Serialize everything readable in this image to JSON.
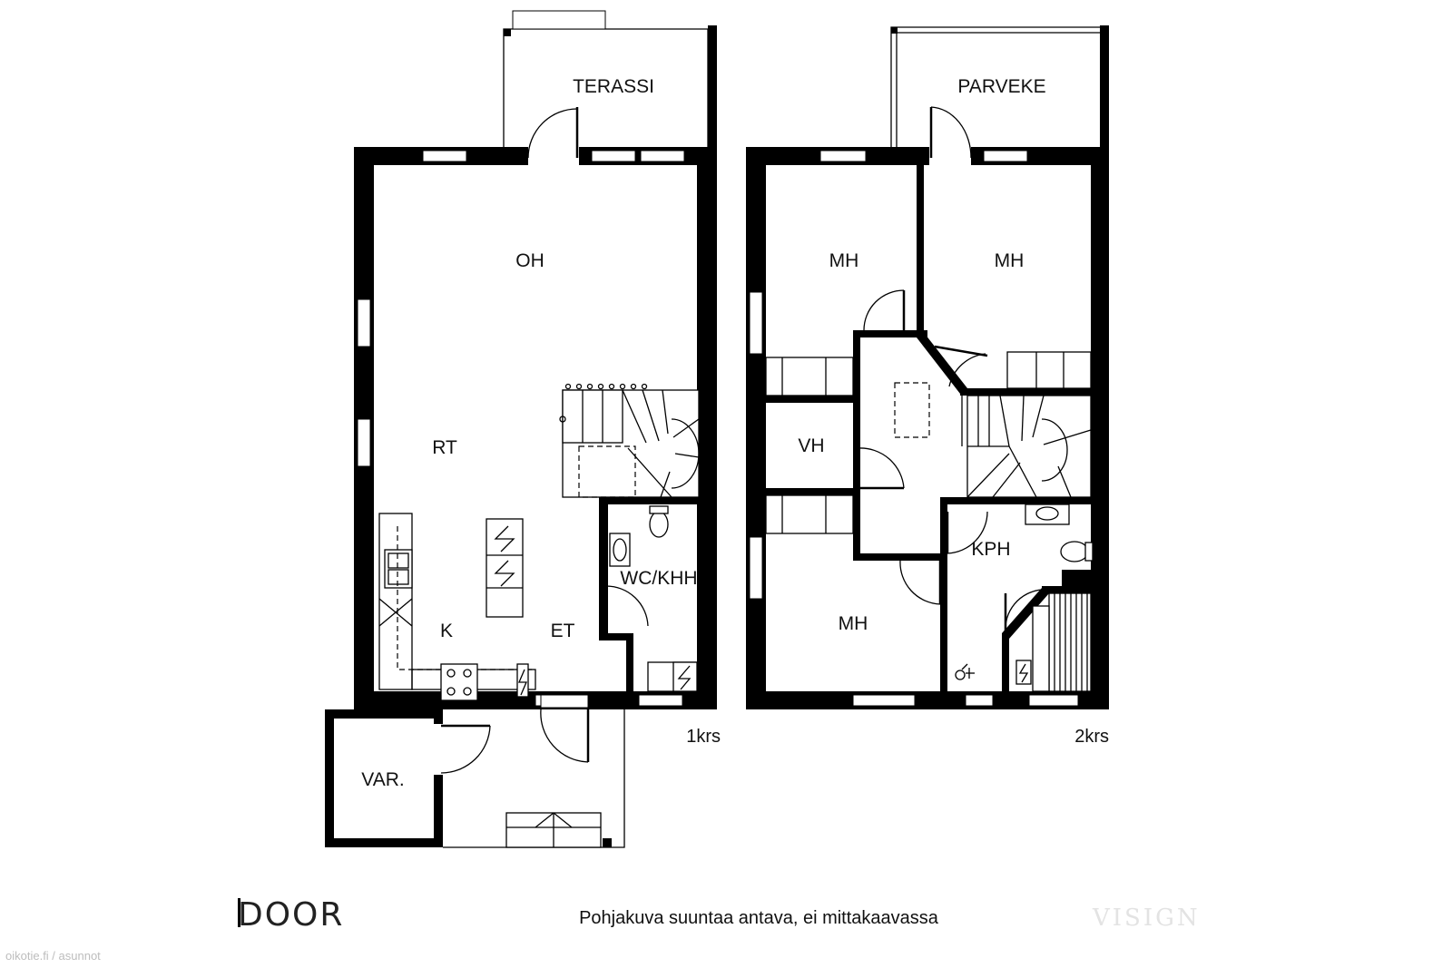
{
  "floors": [
    {
      "id": "first-floor",
      "label": "1krs",
      "rooms": [
        "TERASSI",
        "OH",
        "RT",
        "K",
        "ET",
        "WC/KHH",
        "VAR."
      ]
    },
    {
      "id": "second-floor",
      "label": "2krs",
      "rooms": [
        "PARVEKE",
        "MH",
        "MH",
        "VH",
        "MH",
        "KPH"
      ]
    }
  ],
  "labels": {
    "terassi": "TERASSI",
    "oh": "OH",
    "rt": "RT",
    "k": "K",
    "et": "ET",
    "wc_khh": "WC/KHH",
    "var": "VAR.",
    "parveke": "PARVEKE",
    "mh_1": "MH",
    "mh_2": "MH",
    "vh": "VH",
    "mh_3": "MH",
    "kph": "KPH",
    "floor_1": "1krs",
    "floor_2": "2krs"
  },
  "footer": {
    "brand": "DOOR",
    "caption": "Pohjakuva suuntaa antava, ei mittakaavassa",
    "watermark": "VISIGN",
    "source": "oikotie.fi / asunnot"
  },
  "colors": {
    "wall": "#000000",
    "background": "#ffffff",
    "watermark": "#e3e3e3"
  }
}
